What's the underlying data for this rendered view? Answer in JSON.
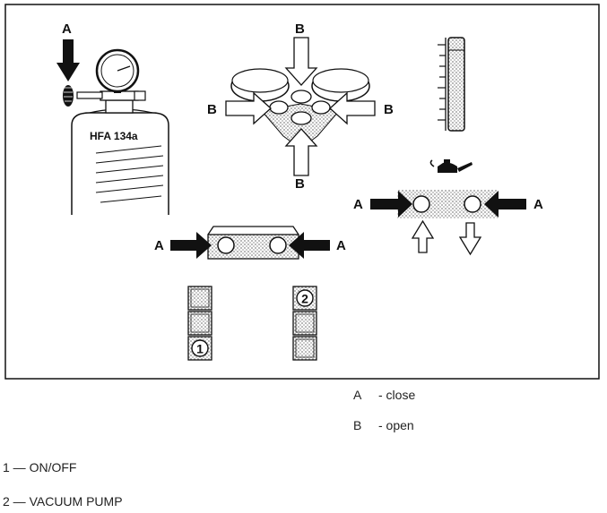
{
  "figure": {
    "cylinder_label": "HFA 134a",
    "letter_close": "A",
    "letter_open": "B",
    "switch_on_off": "1",
    "switch_vacuum": "2"
  },
  "legend": [
    {
      "key": "A",
      "text": "- close"
    },
    {
      "key": "B",
      "text": "- open"
    }
  ],
  "notes": [
    {
      "text": "1 — ON/OFF"
    },
    {
      "text": "2 — VACUUM PUMP"
    }
  ],
  "colors": {
    "line": "#111111",
    "stipple": "#b9b9b9",
    "background": "#ffffff"
  }
}
